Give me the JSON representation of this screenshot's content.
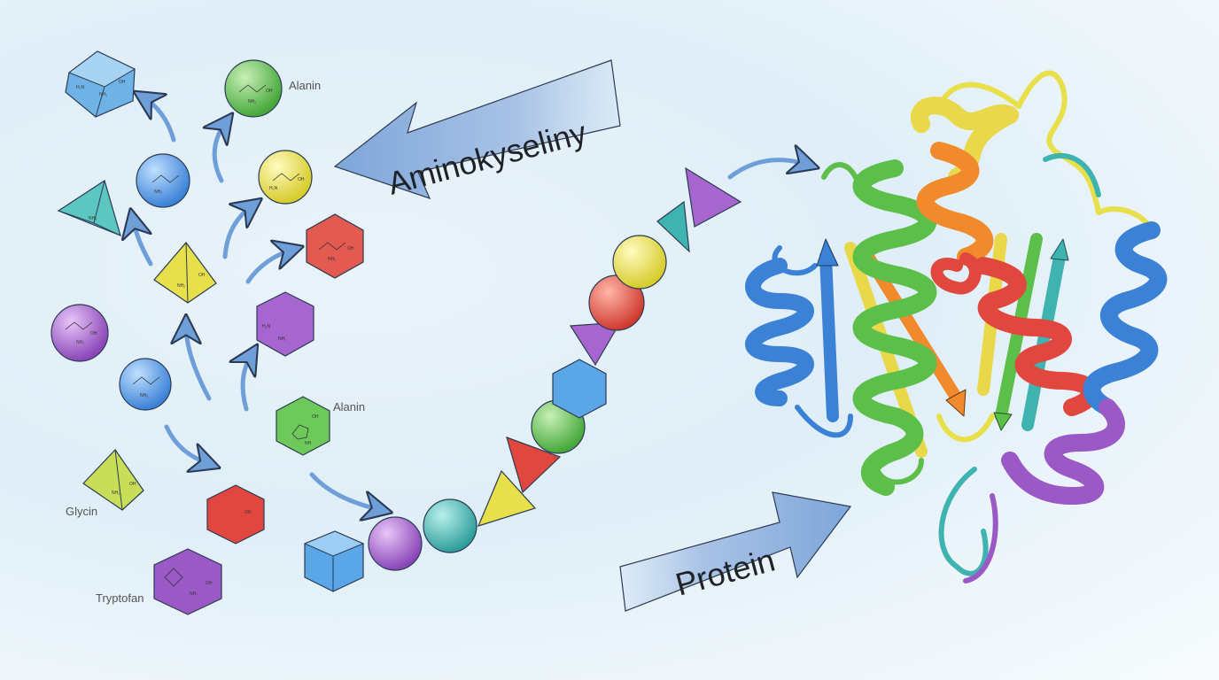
{
  "labels": {
    "amino_acids": "Aminokyseliny",
    "protein": "Protein",
    "alanin_1": "Alanin",
    "alanin_2": "Alanin",
    "glycin": "Glycin",
    "tryptofan": "Tryptofan"
  },
  "chem": {
    "nh2": "NH₂",
    "oh": "OH",
    "o": "O",
    "h2n": "H₂N",
    "nh": "NH"
  },
  "colors": {
    "blue": "#4a90d9",
    "green": "#5cbf4a",
    "yellow": "#e8e04a",
    "red": "#e0473f",
    "purple": "#9b59c6",
    "teal": "#3fb3b0",
    "orange": "#f08a2c",
    "arrow": "#8fb3e0"
  }
}
